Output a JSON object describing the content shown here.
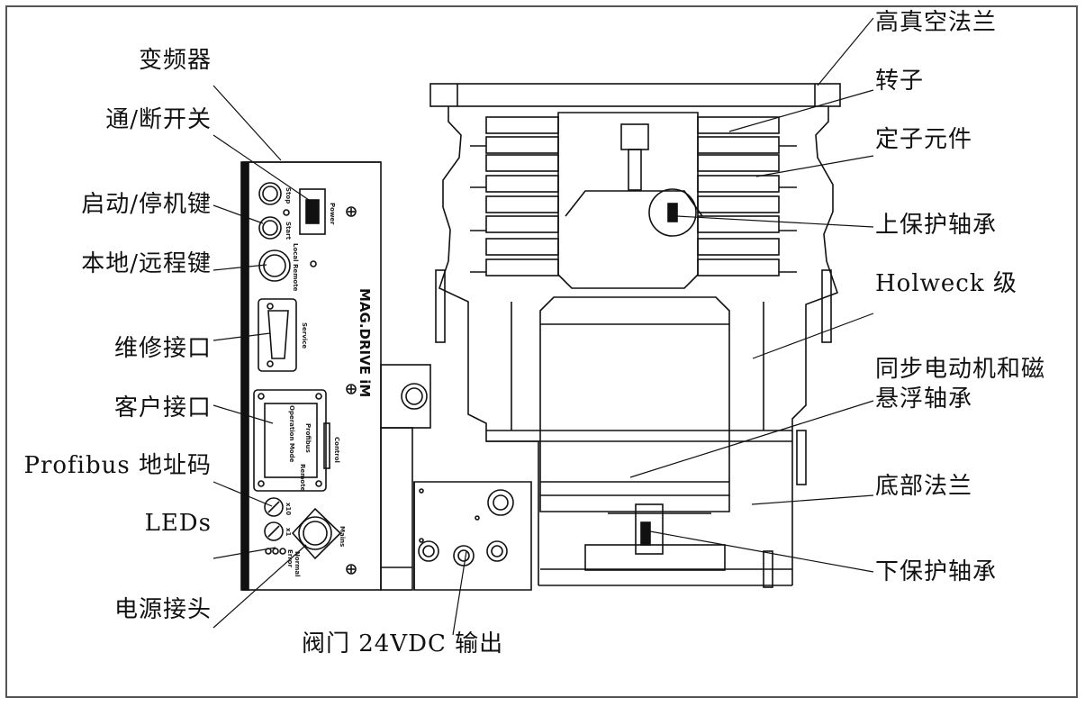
{
  "left_labels": [
    {
      "id": "inverter",
      "text": "变频器"
    },
    {
      "id": "power-switch",
      "text": "通/断开关"
    },
    {
      "id": "start-stop-key",
      "text": "启动/停机键"
    },
    {
      "id": "local-remote-key",
      "text": "本地/远程键"
    },
    {
      "id": "service-port",
      "text": "维修接口"
    },
    {
      "id": "customer-port",
      "text": "客户接口"
    },
    {
      "id": "profibus-address",
      "text": "Profibus 地址码"
    },
    {
      "id": "leds",
      "text": "LEDs"
    },
    {
      "id": "power-connector",
      "text": "电源接头"
    }
  ],
  "right_labels": [
    {
      "id": "high-vacuum-flange",
      "text": "高真空法兰"
    },
    {
      "id": "rotor",
      "text": "转子"
    },
    {
      "id": "stator-element",
      "text": "定子元件"
    },
    {
      "id": "upper-protect-bearing",
      "text": "上保护轴承"
    },
    {
      "id": "holweck-stage",
      "text": "Holweck 级"
    },
    {
      "id": "sync-motor-maglev-line1",
      "text": "同步电动机和磁"
    },
    {
      "id": "sync-motor-maglev-line2",
      "text": "悬浮轴承"
    },
    {
      "id": "bottom-flange",
      "text": "底部法兰"
    },
    {
      "id": "lower-protect-bearing",
      "text": "下保护轴承"
    }
  ],
  "bottom_label": {
    "id": "valve-output",
    "text": "阀门 24VDC 输出"
  },
  "device": {
    "brand": "MAG.DRIVE iM",
    "marks": {
      "stop": "Stop",
      "start": "Start",
      "power": "Power",
      "local_remote": "Local Remote",
      "service": "Service",
      "control": "Control",
      "profibus": "Profibus",
      "operation_mode": "Operation Mode",
      "remote": "Remote",
      "x10": "x10",
      "x1": "x1",
      "error": "Error",
      "normal": "Normal",
      "mains": "Mains"
    }
  }
}
